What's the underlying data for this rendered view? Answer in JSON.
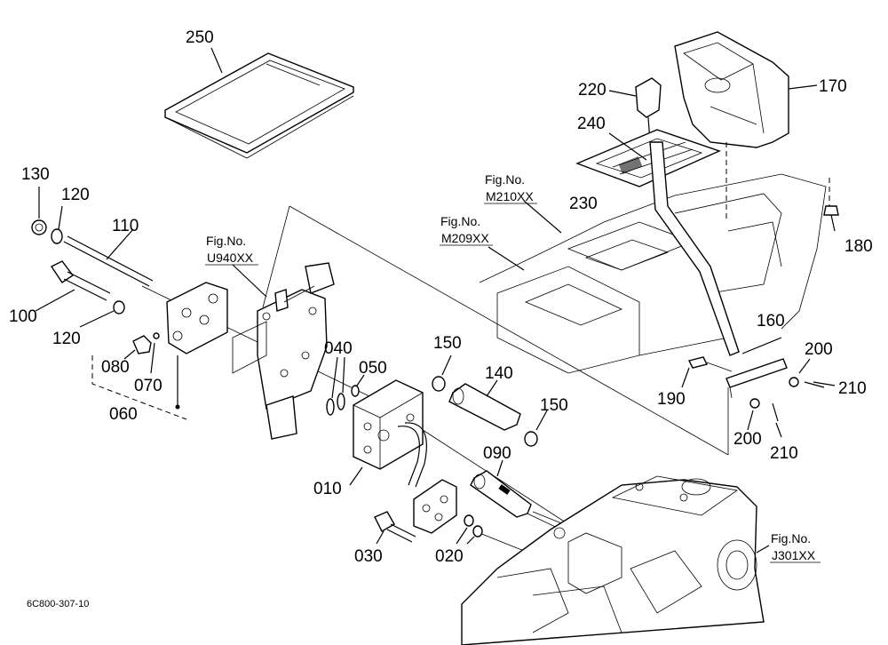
{
  "parts": {
    "p250": "250",
    "p220": "220",
    "p170": "170",
    "p240": "240",
    "p230": "230",
    "p130": "130",
    "p120a": "120",
    "p110": "110",
    "p100": "100",
    "p120b": "120",
    "p080": "080",
    "p070": "070",
    "p060": "060",
    "p040": "040",
    "p050": "050",
    "p150a": "150",
    "p140": "140",
    "p150b": "150",
    "p010": "010",
    "p090": "090",
    "p030": "030",
    "p020": "020",
    "p160": "160",
    "p200a": "200",
    "p210a": "210",
    "p190": "190",
    "p200b": "200",
    "p210b": "210",
    "p180": "180"
  },
  "refs": {
    "m210": {
      "title": "Fig.No.",
      "code": "M210XX"
    },
    "m209": {
      "title": "Fig.No.",
      "code": "M209XX"
    },
    "u940": {
      "title": "Fig.No.",
      "code": "U940XX"
    },
    "j301": {
      "title": "Fig.No.",
      "code": "J301XX"
    }
  },
  "drawing_code": "6C800-307-10"
}
